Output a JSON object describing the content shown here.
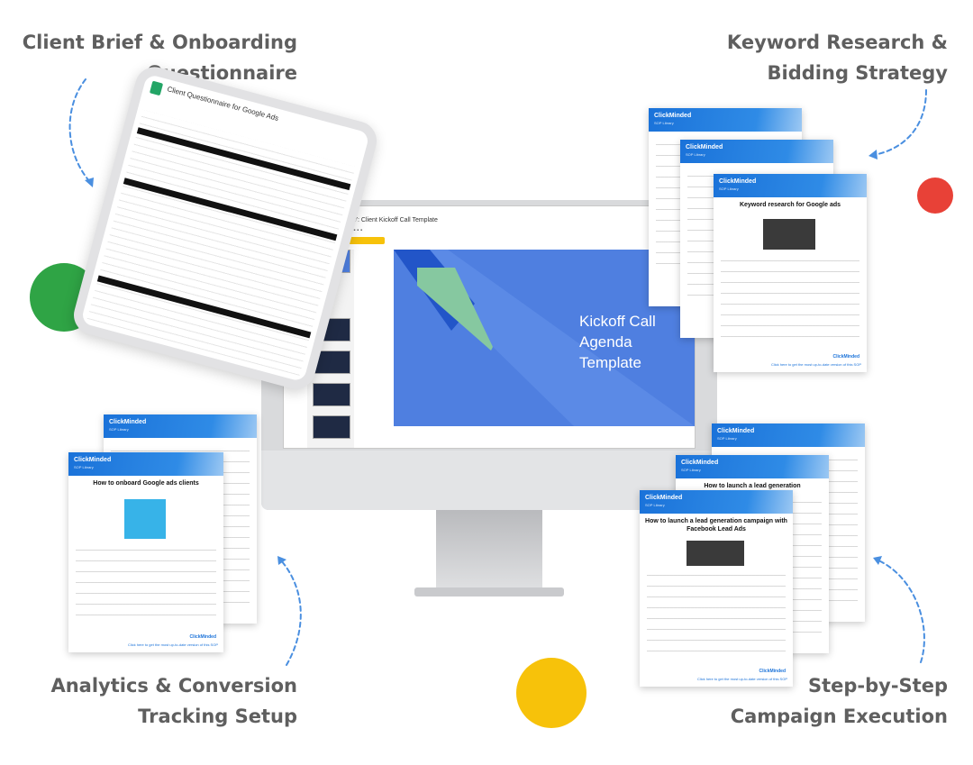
{
  "captions": {
    "top_left": [
      "Client Brief & Onboarding",
      "Questionnaire"
    ],
    "top_right": [
      "Keyword Research &",
      "Bidding Strategy"
    ],
    "bottom_left": [
      "Analytics & Conversion",
      "Tracking Setup"
    ],
    "bottom_right": [
      "Step-by-Step",
      "Campaign Execution"
    ]
  },
  "monitor": {
    "doc_title": "Template 037: Client Kickoff Call Template",
    "slide_text": [
      "Kickoff Call",
      "Agenda",
      "Template"
    ]
  },
  "tablet": {
    "title": "Client Questionnaire for Google Ads"
  },
  "docs": {
    "brand": "ClickMinded",
    "brand_sub": "SOP Library",
    "keyword_heading": "Keyword research for Google ads",
    "onboard_heading": "How to onboard Google ads clients",
    "lead_heading_front": "How to launch a lead generation campaign with Facebook Lead Ads",
    "lead_heading_mid": "How to launch a lead generation",
    "footer_link": "Click here to get the most up-to-date version of this SOP"
  },
  "colors": {
    "caption": "#5f5f5f",
    "green": "#2fa445",
    "red": "#e84137",
    "yellow": "#f7c20a",
    "brand_blue": "#1a72d9",
    "slide_blue": "#4f7fe0"
  }
}
